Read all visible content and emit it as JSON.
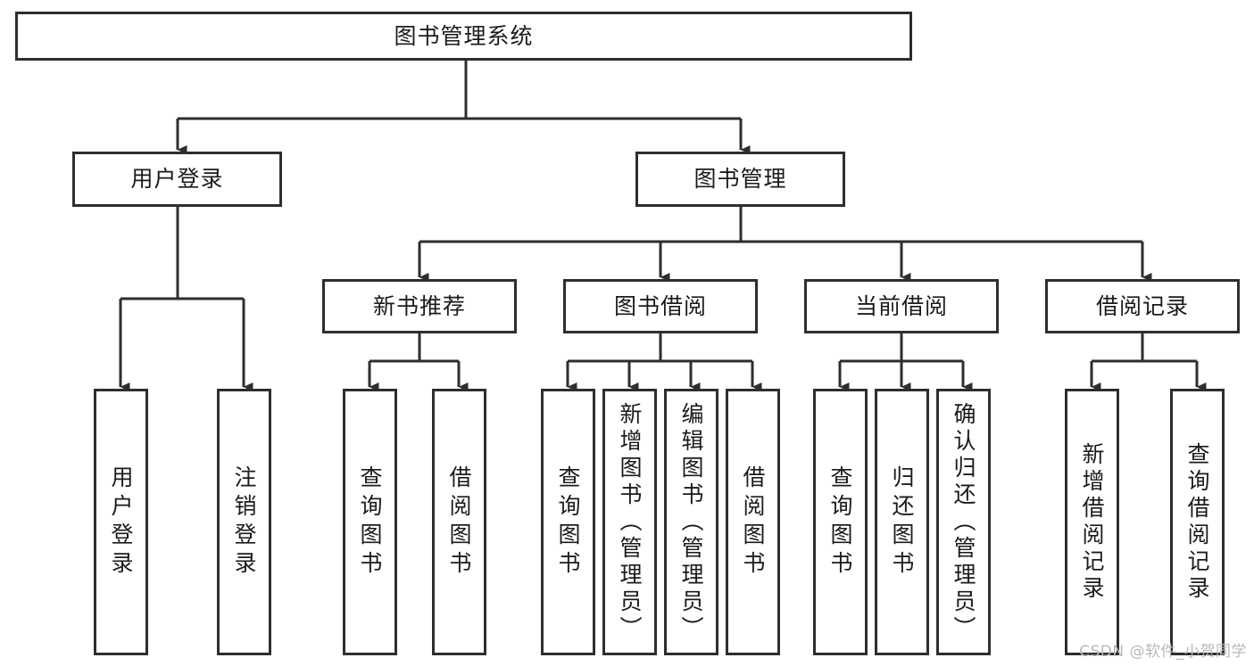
{
  "diagram": {
    "title": "图书管理系统",
    "type": "tree",
    "root": {
      "label": "图书管理系统"
    },
    "level1": [
      {
        "label": "用户登录"
      },
      {
        "label": "图书管理"
      }
    ],
    "level2": [
      {
        "label": "新书推荐"
      },
      {
        "label": "图书借阅"
      },
      {
        "label": "当前借阅"
      },
      {
        "label": "借阅记录"
      }
    ],
    "leaves": {
      "user_login": [
        {
          "label": "用户登录"
        },
        {
          "label": "注销登录"
        }
      ],
      "new_book_recommend": [
        {
          "label": "查询图书"
        },
        {
          "label": "借阅图书"
        }
      ],
      "book_borrow": [
        {
          "label": "查询图书"
        },
        {
          "label": "新增图书（管理员）"
        },
        {
          "label": "编辑图书（管理员）"
        },
        {
          "label": "借阅图书"
        }
      ],
      "current_borrow": [
        {
          "label": "查询图书"
        },
        {
          "label": "归还图书"
        },
        {
          "label": "确认归还（管理员）"
        }
      ],
      "borrow_record": [
        {
          "label": "新增借阅记录"
        },
        {
          "label": "查询借阅记录"
        }
      ]
    }
  },
  "watermark": {
    "text": "CSDN @软件_小贺同学"
  },
  "colors": {
    "stroke": "#2e2e2e",
    "text": "#1b1b1b",
    "background": "#ffffff",
    "watermark": "#b9b9b9"
  }
}
